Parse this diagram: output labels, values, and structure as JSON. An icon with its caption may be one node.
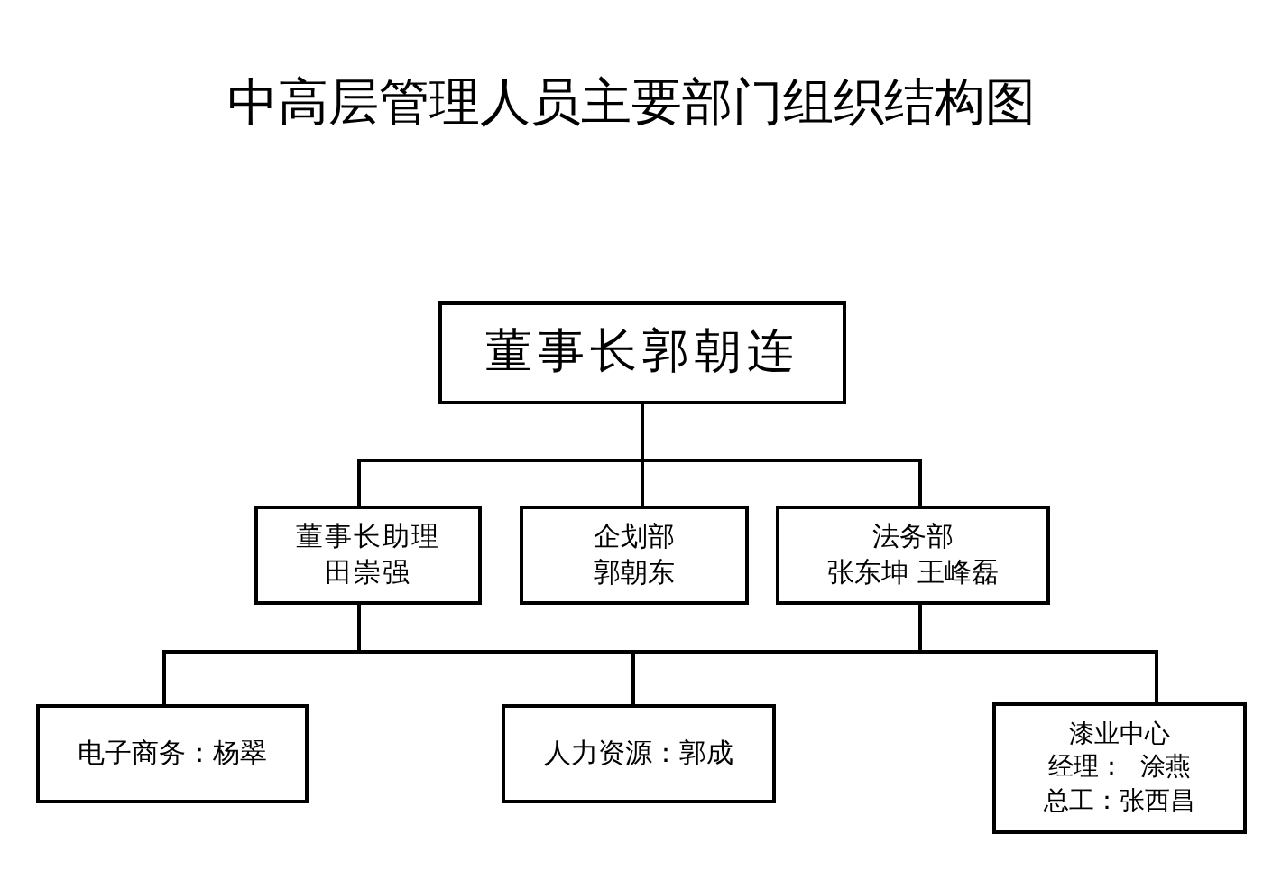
{
  "diagram": {
    "title": "中高层管理人员主要部门组织结构图",
    "nodes": [
      {
        "text": [
          "董事长郭朝连"
        ]
      },
      {
        "text": [
          "董事长助理",
          "田崇强"
        ]
      },
      {
        "text": [
          "企划部",
          "郭朝东"
        ]
      },
      {
        "text": [
          "法务部",
          "张东坤 王峰磊"
        ]
      },
      {
        "text": [
          "电子商务：杨翠"
        ]
      },
      {
        "text": [
          "人力资源：郭成"
        ]
      },
      {
        "text": [
          "漆业中心",
          "经理：  涂燕",
          "总工：张西昌"
        ]
      }
    ],
    "edges": [
      {
        "from": 0,
        "to": 1,
        "arrow": "none"
      },
      {
        "from": 0,
        "to": 2,
        "arrow": "none"
      },
      {
        "from": 0,
        "to": 3,
        "arrow": "none"
      },
      {
        "from": 1,
        "to": 4,
        "arrow": "none"
      },
      {
        "from": 1,
        "to": 5,
        "arrow": "none"
      },
      {
        "from": 1,
        "to": 6,
        "arrow": "none"
      },
      {
        "from": 3,
        "to": 4,
        "arrow": "none"
      },
      {
        "from": 3,
        "to": 5,
        "arrow": "none"
      },
      {
        "from": 3,
        "to": 6,
        "arrow": "none"
      }
    ]
  }
}
